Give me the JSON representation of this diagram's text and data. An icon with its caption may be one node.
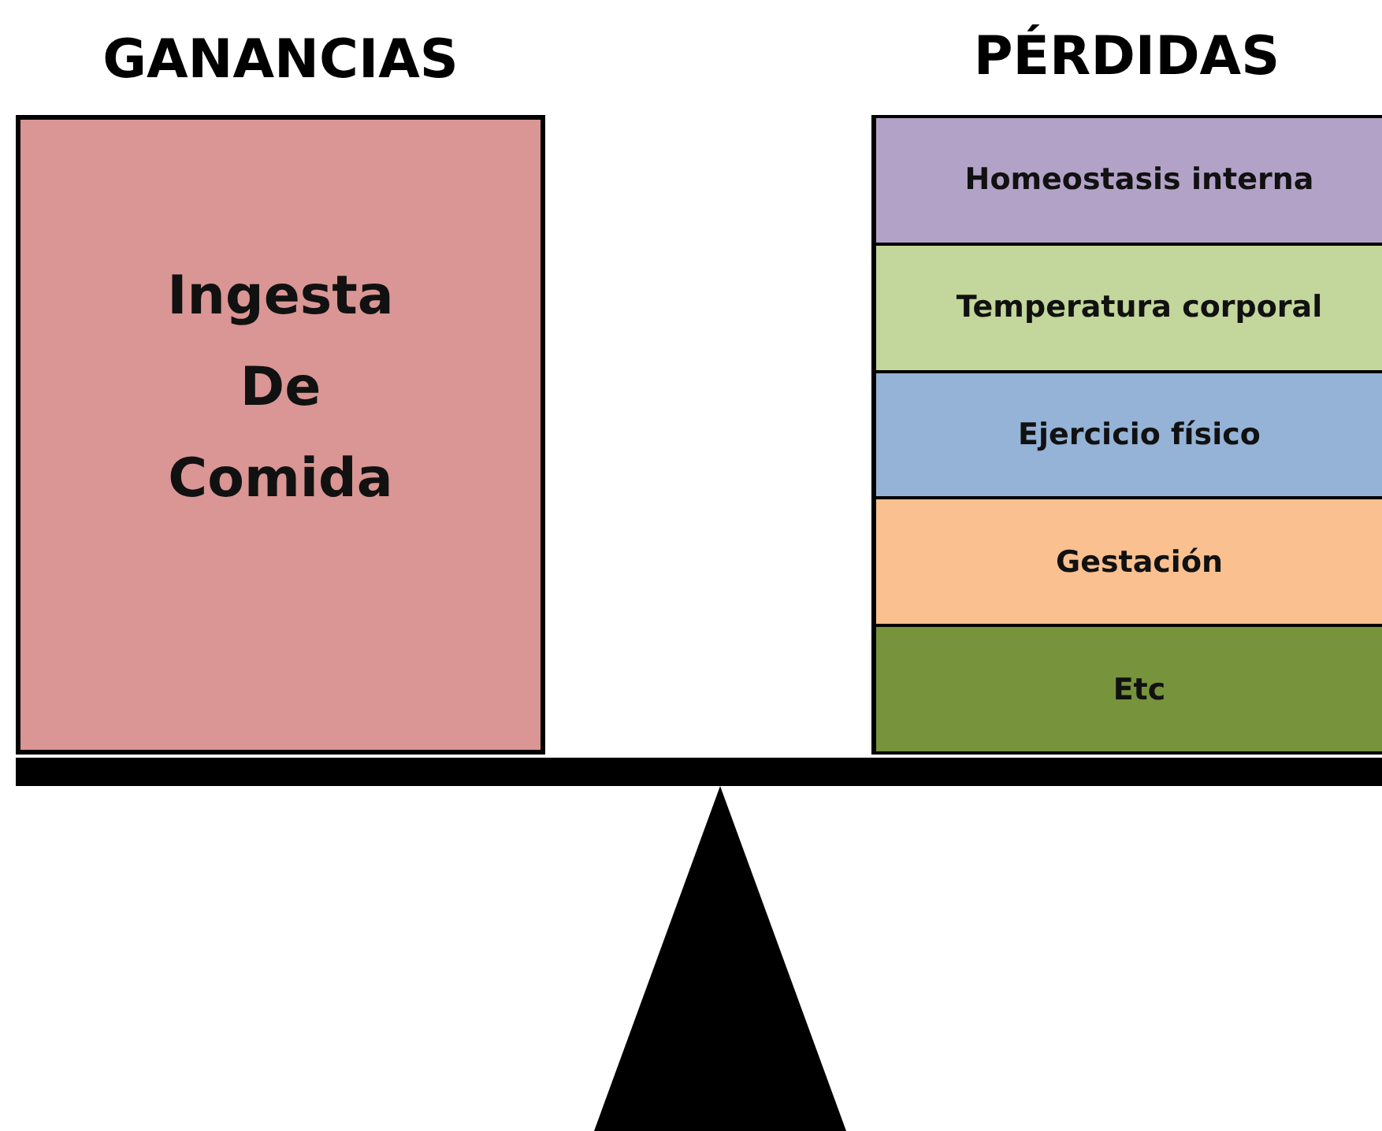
{
  "diagram": {
    "nodes": [
      {
        "text": [
          "GANANCIAS",
          "Ingesta De Comida"
        ]
      },
      {
        "text": [
          "PÉRDIDAS"
        ]
      },
      {
        "text": [
          "Homeostasis interna"
        ],
        "in": 1
      },
      {
        "text": [
          "Temperatura corporal"
        ],
        "in": 1
      },
      {
        "text": [
          "Ejercicio físico"
        ],
        "in": 1
      },
      {
        "text": [
          "Gestación"
        ],
        "in": 1
      },
      {
        "text": [
          "Etc"
        ],
        "in": 1
      }
    ],
    "edges": []
  }
}
